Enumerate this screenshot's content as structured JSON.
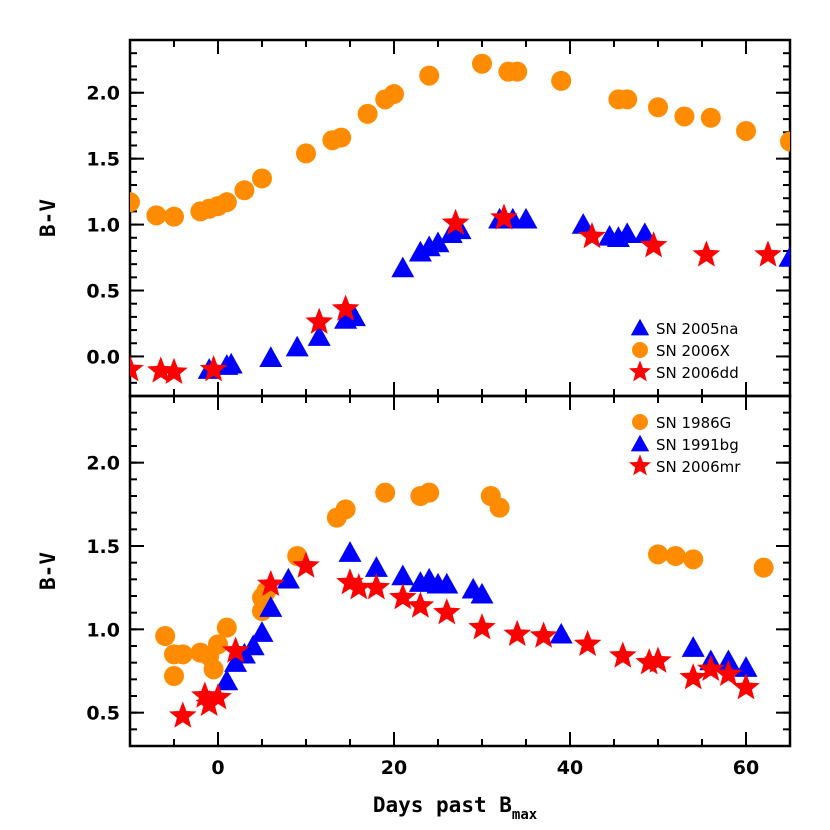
{
  "chart_data": {
    "type": "scatter",
    "xlabel": "Days past B",
    "xlabel_sub": "max",
    "xlim": [
      -10,
      65
    ],
    "x_ticks": [
      "0",
      "20",
      "40",
      "60"
    ],
    "panels": [
      {
        "name": "top",
        "ylabel": "B-V",
        "ylim": [
          -0.3,
          2.4
        ],
        "y_ticks": [
          "0.0",
          "0.5",
          "1.0",
          "1.5",
          "2.0"
        ],
        "legend_position": "bottom-right",
        "series": [
          {
            "name": "SN 2005na",
            "marker": "triangle",
            "color": "#0000ff",
            "points": [
              [
                -1,
                -0.1
              ],
              [
                1,
                -0.07
              ],
              [
                1.5,
                -0.06
              ],
              [
                6,
                -0.01
              ],
              [
                9,
                0.07
              ],
              [
                11.5,
                0.15
              ],
              [
                14.5,
                0.28
              ],
              [
                15.5,
                0.3
              ],
              [
                21,
                0.67
              ],
              [
                23,
                0.79
              ],
              [
                24,
                0.83
              ],
              [
                25,
                0.86
              ],
              [
                26.5,
                0.93
              ],
              [
                27.5,
                0.96
              ],
              [
                32,
                1.04
              ],
              [
                33.5,
                1.04
              ],
              [
                35,
                1.04
              ],
              [
                41.5,
                1.0
              ],
              [
                44.5,
                0.91
              ],
              [
                45.5,
                0.9
              ],
              [
                46.5,
                0.93
              ],
              [
                48.5,
                0.93
              ],
              [
                65,
                0.75
              ]
            ]
          },
          {
            "name": "SN 2006X",
            "marker": "circle",
            "color": "#ff8c00",
            "points": [
              [
                -10,
                1.17
              ],
              [
                -7,
                1.07
              ],
              [
                -5,
                1.06
              ],
              [
                -2,
                1.1
              ],
              [
                -1,
                1.12
              ],
              [
                0,
                1.14
              ],
              [
                1,
                1.17
              ],
              [
                3,
                1.26
              ],
              [
                5,
                1.35
              ],
              [
                10,
                1.54
              ],
              [
                13,
                1.64
              ],
              [
                14,
                1.66
              ],
              [
                17,
                1.84
              ],
              [
                19,
                1.95
              ],
              [
                20,
                1.99
              ],
              [
                24,
                2.13
              ],
              [
                30,
                2.22
              ],
              [
                33,
                2.16
              ],
              [
                34,
                2.16
              ],
              [
                39,
                2.09
              ],
              [
                45.5,
                1.95
              ],
              [
                46.5,
                1.95
              ],
              [
                50,
                1.89
              ],
              [
                53,
                1.82
              ],
              [
                56,
                1.81
              ],
              [
                60,
                1.71
              ],
              [
                65,
                1.63
              ]
            ]
          },
          {
            "name": "SN 2006dd",
            "marker": "star",
            "color": "#ff0000",
            "points": [
              [
                -10,
                -0.1
              ],
              [
                -6.5,
                -0.11
              ],
              [
                -5,
                -0.12
              ],
              [
                -0.5,
                -0.1
              ],
              [
                11.5,
                0.26
              ],
              [
                14.5,
                0.36
              ],
              [
                27,
                1.01
              ],
              [
                32.5,
                1.05
              ],
              [
                42.5,
                0.91
              ],
              [
                49.5,
                0.84
              ],
              [
                55.5,
                0.77
              ],
              [
                62.5,
                0.77
              ]
            ]
          }
        ]
      },
      {
        "name": "bottom",
        "ylabel": "B-V",
        "ylim": [
          0.3,
          2.4
        ],
        "y_ticks": [
          "0.5",
          "1.0",
          "1.5",
          "2.0"
        ],
        "legend_position": "top-right",
        "series": [
          {
            "name": "SN 1986G",
            "marker": "circle",
            "color": "#ff8c00",
            "points": [
              [
                -6,
                0.96
              ],
              [
                -5,
                0.85
              ],
              [
                -5,
                0.72
              ],
              [
                -4,
                0.85
              ],
              [
                -2,
                0.86
              ],
              [
                -1,
                0.84
              ],
              [
                -0.5,
                0.76
              ],
              [
                0,
                0.91
              ],
              [
                1,
                1.01
              ],
              [
                5,
                1.11
              ],
              [
                5,
                1.19
              ],
              [
                5.5,
                1.23
              ],
              [
                9,
                1.44
              ],
              [
                13.5,
                1.67
              ],
              [
                14.5,
                1.72
              ],
              [
                19,
                1.82
              ],
              [
                23,
                1.8
              ],
              [
                24,
                1.82
              ],
              [
                31,
                1.8
              ],
              [
                32,
                1.73
              ],
              [
                50,
                1.45
              ],
              [
                52,
                1.44
              ],
              [
                54,
                1.42
              ],
              [
                62,
                1.37
              ]
            ]
          },
          {
            "name": "SN 1991bg",
            "marker": "triangle",
            "color": "#0000ff",
            "points": [
              [
                1,
                0.69
              ],
              [
                2,
                0.8
              ],
              [
                3,
                0.85
              ],
              [
                4,
                0.9
              ],
              [
                5,
                0.98
              ],
              [
                6,
                1.13
              ],
              [
                8,
                1.3
              ],
              [
                15,
                1.46
              ],
              [
                18,
                1.37
              ],
              [
                21,
                1.32
              ],
              [
                23,
                1.28
              ],
              [
                24,
                1.3
              ],
              [
                25,
                1.27
              ],
              [
                26,
                1.27
              ],
              [
                29,
                1.24
              ],
              [
                30,
                1.21
              ],
              [
                39,
                0.97
              ],
              [
                54,
                0.89
              ],
              [
                56,
                0.81
              ],
              [
                58,
                0.81
              ],
              [
                60,
                0.77
              ]
            ]
          },
          {
            "name": "SN 2006mr",
            "marker": "star",
            "color": "#ff0000",
            "points": [
              [
                -4,
                0.48
              ],
              [
                -1,
                0.55
              ],
              [
                0,
                0.59
              ],
              [
                -1.5,
                0.6
              ],
              [
                2,
                0.87
              ],
              [
                6,
                1.27
              ],
              [
                10,
                1.38
              ],
              [
                15,
                1.28
              ],
              [
                16,
                1.25
              ],
              [
                18,
                1.25
              ],
              [
                21,
                1.19
              ],
              [
                23,
                1.14
              ],
              [
                26,
                1.1
              ],
              [
                30,
                1.01
              ],
              [
                34,
                0.97
              ],
              [
                37,
                0.96
              ],
              [
                42,
                0.91
              ],
              [
                46,
                0.84
              ],
              [
                49,
                0.8
              ],
              [
                50,
                0.81
              ],
              [
                54,
                0.71
              ],
              [
                56,
                0.76
              ],
              [
                58,
                0.73
              ],
              [
                60,
                0.65
              ]
            ]
          }
        ]
      }
    ]
  }
}
